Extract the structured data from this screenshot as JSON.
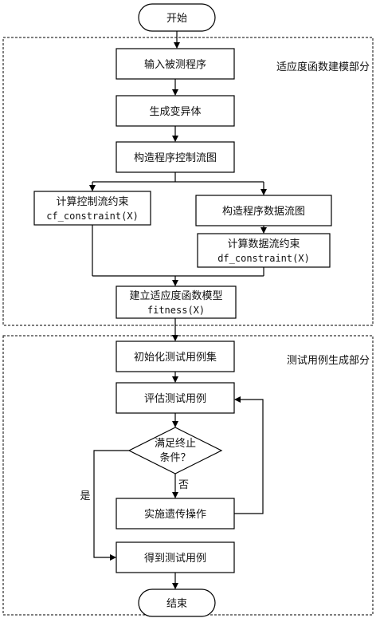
{
  "terminals": {
    "start": "开始",
    "end": "结束"
  },
  "sections": {
    "modeling": "适应度函数建模部分",
    "generation": "测试用例生成部分"
  },
  "steps": {
    "input_program": "输入被测程序",
    "generate_mutants": "生成变异体",
    "build_cfg": "构造程序控制流图",
    "cf_constraint_title": "计算控制流约束",
    "cf_constraint_func": "cf_constraint(X)",
    "build_dfg": "构造程序数据流图",
    "df_constraint_title": "计算数据流约束",
    "df_constraint_func": "df_constraint(X)",
    "fitness_title": "建立适应度函数模型",
    "fitness_func": "fitness(X)",
    "init_tests": "初始化测试用例集",
    "evaluate_tests": "评估测试用例",
    "decision_line1": "满足终止",
    "decision_line2": "条件？",
    "genetic_ops": "实施遗传操作",
    "get_tests": "得到测试用例"
  },
  "branch_labels": {
    "no": "否",
    "yes": "是"
  }
}
